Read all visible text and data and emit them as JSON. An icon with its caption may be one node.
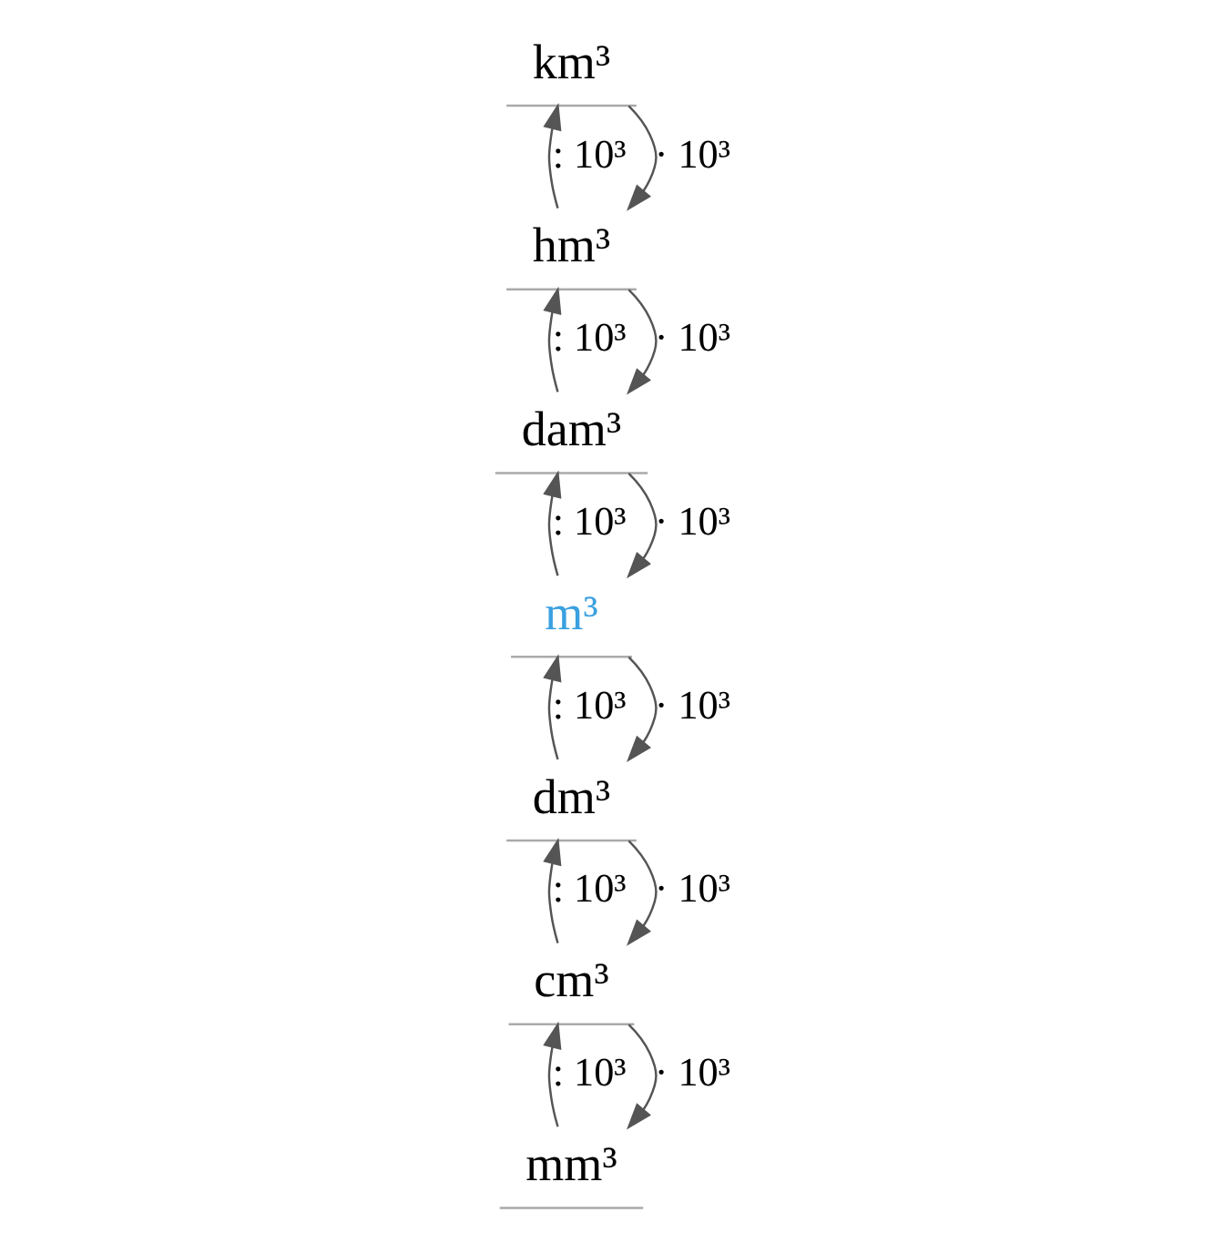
{
  "diagram": {
    "nodes": [
      {
        "text": [
          "km³"
        ]
      },
      {
        "text": [
          "hm³"
        ]
      },
      {
        "text": [
          "dam³"
        ]
      },
      {
        "text": [
          "m³"
        ]
      },
      {
        "text": [
          "dm³"
        ]
      },
      {
        "text": [
          "cm³"
        ]
      },
      {
        "text": [
          "mm³"
        ]
      }
    ],
    "edges": [
      {
        "from": 0,
        "to": 1,
        "arrow": "to",
        "label": "· 10³"
      },
      {
        "from": 1,
        "to": 2,
        "arrow": "to",
        "label": "· 10³"
      },
      {
        "from": 2,
        "to": 3,
        "arrow": "to",
        "label": "· 10³"
      },
      {
        "from": 3,
        "to": 4,
        "arrow": "to",
        "label": "· 10³"
      },
      {
        "from": 4,
        "to": 5,
        "arrow": "to",
        "label": "· 10³"
      },
      {
        "from": 5,
        "to": 6,
        "arrow": "to",
        "label": "· 10³"
      },
      {
        "from": 6,
        "to": 5,
        "arrow": "to",
        "label": ": 10³"
      },
      {
        "from": 5,
        "to": 4,
        "arrow": "to",
        "label": ": 10³"
      },
      {
        "from": 4,
        "to": 3,
        "arrow": "to",
        "label": ": 10³"
      },
      {
        "from": 3,
        "to": 2,
        "arrow": "to",
        "label": ": 10³"
      },
      {
        "from": 2,
        "to": 1,
        "arrow": "to",
        "label": ": 10³"
      },
      {
        "from": 1,
        "to": 0,
        "arrow": "to",
        "label": ": 10³"
      }
    ]
  }
}
